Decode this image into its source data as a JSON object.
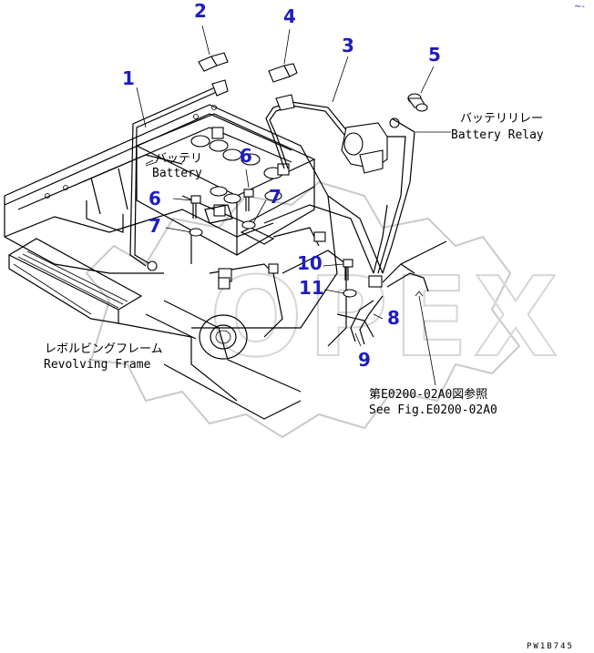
{
  "callouts": [
    {
      "id": "1",
      "label": "1"
    },
    {
      "id": "2",
      "label": "2"
    },
    {
      "id": "3",
      "label": "3"
    },
    {
      "id": "4",
      "label": "4"
    },
    {
      "id": "5",
      "label": "5"
    },
    {
      "id": "6a",
      "label": "6"
    },
    {
      "id": "6b",
      "label": "6"
    },
    {
      "id": "7a",
      "label": "7"
    },
    {
      "id": "7b",
      "label": "7"
    },
    {
      "id": "8",
      "label": "8"
    },
    {
      "id": "9",
      "label": "9"
    },
    {
      "id": "10",
      "label": "10"
    },
    {
      "id": "11",
      "label": "11"
    }
  ],
  "labels": {
    "battery_jp": "バッテリ",
    "battery_en": "Battery",
    "relay_jp": "バッテリリレー",
    "relay_en": "Battery Relay",
    "frame_jp": "レボルビングフレーム",
    "frame_en": "Revolving Frame",
    "see_fig_jp": "第E0200-02A0図参照",
    "see_fig_en": "See Fig.E0200-02A0"
  },
  "watermark": "OPEX",
  "drawing_code": "PW1B745",
  "corner_mark": "~-"
}
